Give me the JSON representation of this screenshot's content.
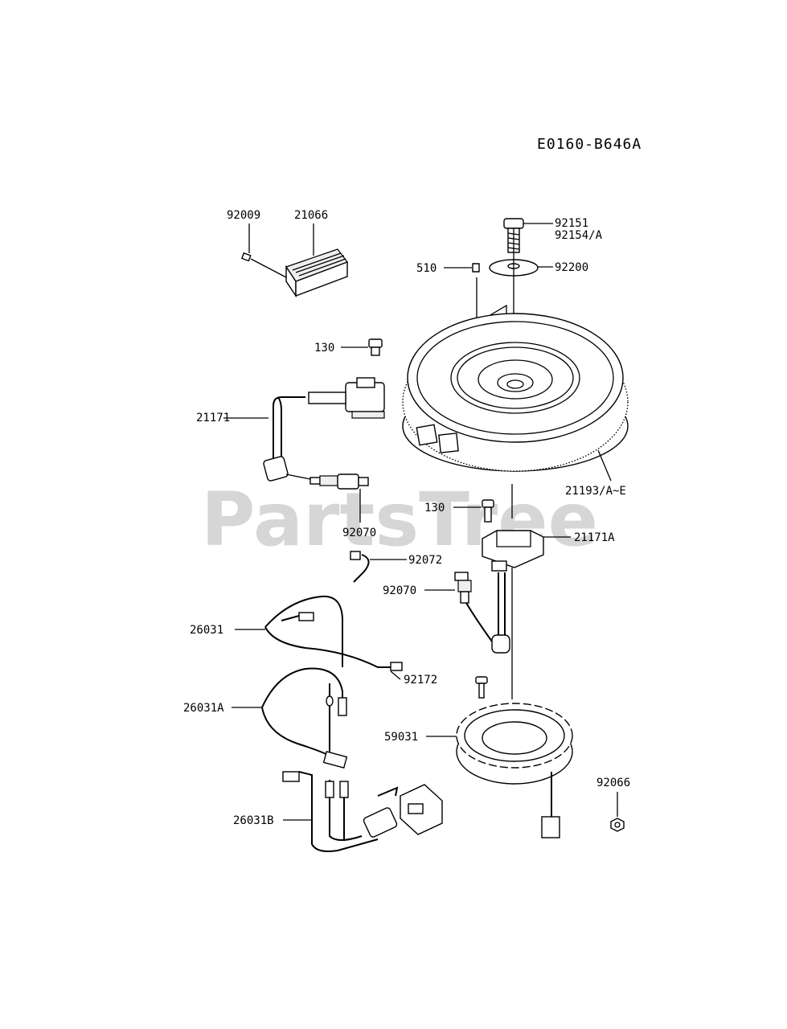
{
  "diagram_code": "E0160-B646A",
  "watermark": "PartsTree",
  "labels": {
    "p92009": "92009",
    "p21066": "21066",
    "p92151": "92151",
    "p92154": "92154/A",
    "p510": "510",
    "p92200": "92200",
    "p130a": "130",
    "p21171": "21171",
    "p92070a": "92070",
    "p21193": "21193/A~E",
    "p130b": "130",
    "p21171A": "21171A",
    "p92072": "92072",
    "p92070b": "92070",
    "p26031": "26031",
    "p92172": "92172",
    "p26031A": "26031A",
    "p59031": "59031",
    "p92066": "92066",
    "p26031B": "26031B"
  }
}
